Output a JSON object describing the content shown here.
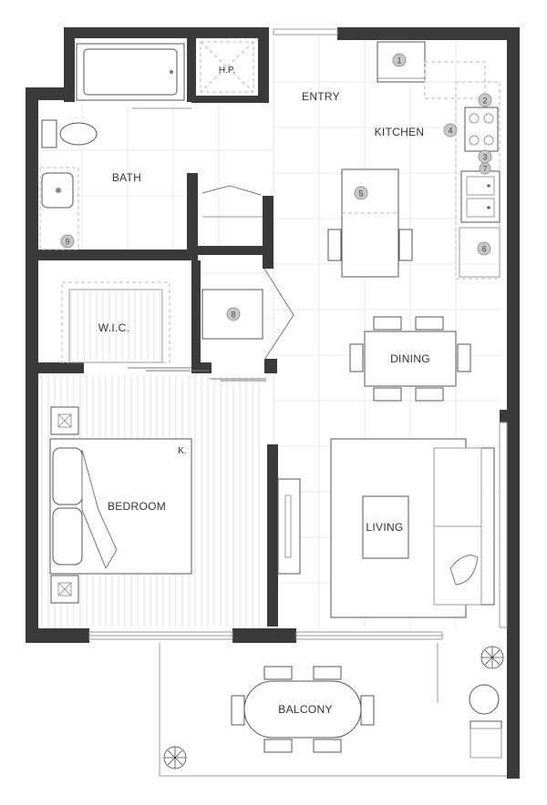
{
  "rooms": {
    "entry": "ENTRY",
    "kitchen": "KITCHEN",
    "bath": "BATH",
    "hp": "H.P.",
    "wic": "W.I.C.",
    "dining": "DINING",
    "bedroom": "BEDROOM",
    "living": "LIVING",
    "balcony": "BALCONY",
    "bed_size": "K."
  },
  "markers": {
    "m1": "1",
    "m2": "2",
    "m3": "3",
    "m4": "4",
    "m5": "5",
    "m6": "6",
    "m7": "7",
    "m8": "8",
    "m9": "9"
  },
  "colors": {
    "wall": "#3a3a3c",
    "marker_fill": "#c8c8c8",
    "floor_grid": "#e8e8e8"
  }
}
